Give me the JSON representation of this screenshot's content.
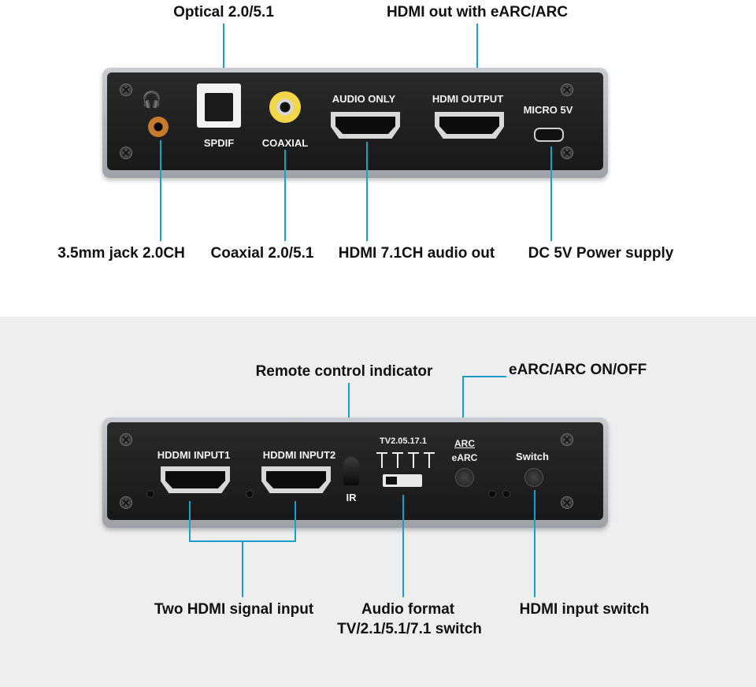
{
  "top": {
    "callouts": {
      "optical": "Optical 2.0/5.1",
      "hdmi_out": "HDMI out with eARC/ARC",
      "jack": "3.5mm jack 2.0CH",
      "coaxial": "Coaxial 2.0/5.1",
      "hdmi_audio": "HDMI 7.1CH audio out",
      "dc": "DC 5V Power supply"
    },
    "panel_labels": {
      "spdif": "SPDIF",
      "coaxial": "COAXIAL",
      "audio_only": "AUDIO ONLY",
      "hdmi_output": "HDMI OUTPUT",
      "micro": "MICRO 5V"
    }
  },
  "bottom": {
    "callouts": {
      "remote": "Remote control indicator",
      "earc": "eARC/ARC ON/OFF",
      "two_hdmi": "Two HDMI signal input",
      "audio_format_1": "Audio format",
      "audio_format_2": "TV/2.1/5.1/7.1 switch",
      "hdmi_switch": "HDMI input switch"
    },
    "panel_labels": {
      "input1": "HDDMI INPUT1",
      "input2": "HDDMI INPUT2",
      "ir": "IR",
      "tv_modes": "TV2.05.17.1",
      "arc": "ARC",
      "earc": "eARC",
      "switch": "Switch"
    }
  },
  "colors": {
    "leader": "#1aa0c8",
    "panel": "#1e1e1e",
    "background_bottom": "#eeeeee"
  }
}
